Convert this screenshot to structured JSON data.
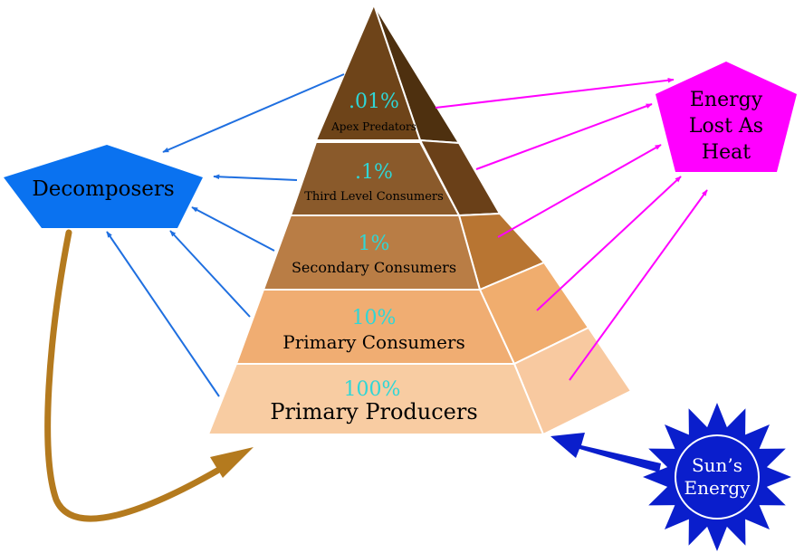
{
  "levels": [
    {
      "percent": ".01%",
      "label": "Apex Predators"
    },
    {
      "percent": ".1%",
      "label": "Third Level Consumers"
    },
    {
      "percent": "1%",
      "label": "Secondary Consumers"
    },
    {
      "percent": "10%",
      "label": "Primary Consumers"
    },
    {
      "percent": "100%",
      "label": "Primary Producers"
    }
  ],
  "decomposers": {
    "label": "Decomposers"
  },
  "heat": {
    "line1": "Energy",
    "line2": "Lost As",
    "line3": "Heat"
  },
  "sun": {
    "line1": "Sun’s",
    "line2": "Energy"
  },
  "colors": {
    "level_front": [
      "#6e4419",
      "#8a5a2b",
      "#b97d45",
      "#f0ad72",
      "#f8cca2"
    ],
    "level_side": [
      "#4e300f",
      "#6a4018",
      "#b87532",
      "#f0ad6e",
      "#f8c9a0"
    ],
    "percent_text": "#2fd6d6",
    "decomposers_fill": "#0a72f0",
    "heat_fill": "#ff00ff",
    "sun_fill": "#0a1ecc",
    "blue_arrow": "#1f6fe0",
    "magenta_arrow": "#ff00ff",
    "recycle_arrow": "#b47a1e"
  }
}
